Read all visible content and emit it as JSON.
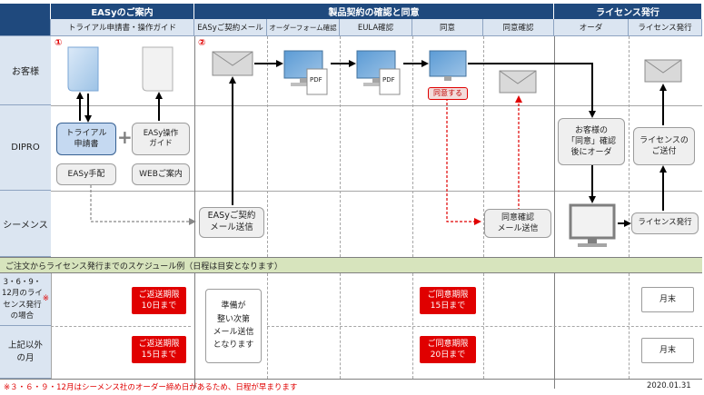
{
  "header": {
    "groups": [
      "EASyのご案内",
      "製品契約の確認と同意",
      "ライセンス発行"
    ],
    "columns": [
      "トライアル申請書・操作ガイド",
      "EASyご契約メール",
      "オーダーフォーム確認",
      "EULA確認",
      "同意",
      "同意確認",
      "オーダ",
      "ライセンス発行"
    ]
  },
  "rows": [
    "お客様",
    "DIPRO",
    "シーメンス"
  ],
  "markers": [
    "①",
    "②"
  ],
  "pdf_label": "PDF",
  "boxes": {
    "trial": "トライアル\n申請書",
    "plus": "+",
    "easy_guide": "EASy操作\nガイド",
    "easy_tehai": "EASy手配",
    "web_annai": "WEBご案内",
    "easy_mail": "EASyご契約\nメール送信",
    "doui_suru": "同意する",
    "doui_kakunin_mail": "同意確認\nメール送信",
    "order": "お客様の\n「同意」確認\n後にオーダ",
    "license_send": "ライセンスの\nご送付",
    "license_issue": "ライセンス発行"
  },
  "schedule": {
    "title": "ご注文からライセンス発行までのスケジュール例（日程は目安となります）",
    "row1_label": "3・6・9・\n12月のライ\nセンス発行\nの場合",
    "row1_mark": "※",
    "row2_label": "上記以外\nの月",
    "reply1": "ご返送期限\n10日まで",
    "reply2": "ご返送期限\n15日まで",
    "prepare": "準備が\n整い次第\nメール送信\nとなります",
    "agree1": "ご同意期限\n15日まで",
    "agree2": "ご同意期限\n20日まで",
    "month_end1": "月末",
    "month_end2": "月末"
  },
  "footer": {
    "note": "※３・６・９・12月はシーメンス社のオーダー締め日があるため、日程が早まります",
    "date": "2020.01.31"
  },
  "colors": {
    "header": "#1f497d",
    "accent": "#e00000",
    "sched_band": "#d7e4bd",
    "row_label": "#dbe5f1"
  }
}
